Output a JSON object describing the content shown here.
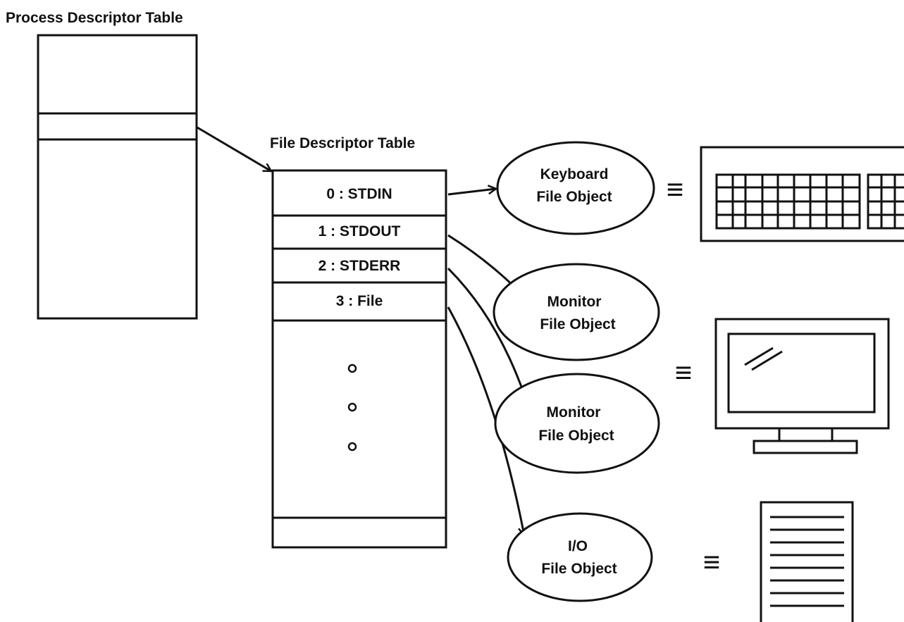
{
  "titles": {
    "process_table": "Process Descriptor Table",
    "fd_table": "File Descriptor Table"
  },
  "fd_entries": [
    "0 : STDIN",
    "1 : STDOUT",
    "2 : STDERR",
    "3 : File"
  ],
  "objects": {
    "keyboard": [
      "Keyboard",
      "File Object"
    ],
    "monitor_1": [
      "Monitor",
      "File Object"
    ],
    "monitor_2": [
      "Monitor",
      "File Object"
    ],
    "io": [
      "I/O",
      "File Object"
    ]
  },
  "equivalence_symbol": "≡"
}
